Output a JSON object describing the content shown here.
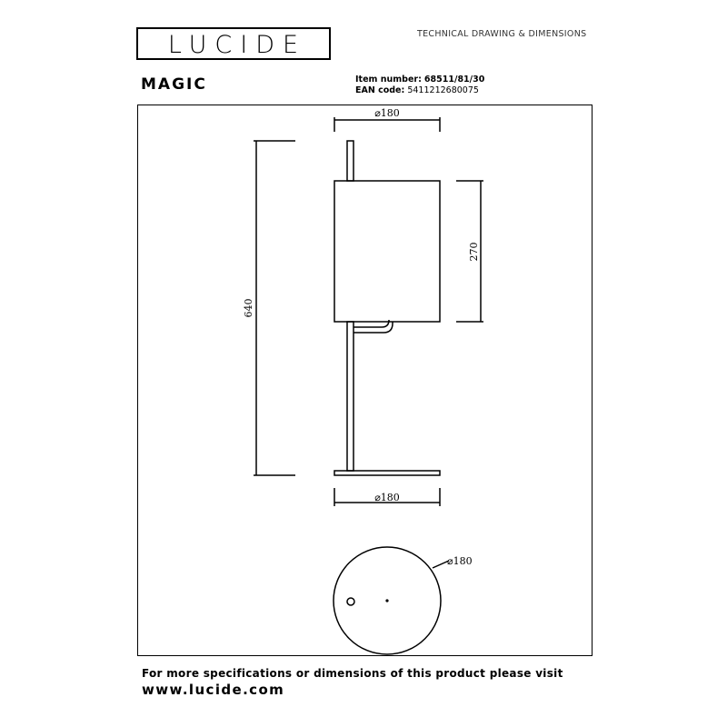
{
  "brand": {
    "logo_text": "LUCIDE"
  },
  "header": {
    "subtitle": "TECHNICAL DRAWING & DIMENSIONS"
  },
  "product": {
    "name": "MAGIC",
    "item_label": "Item number:",
    "item_number": "68511/81/30",
    "ean_label": "EAN code:",
    "ean_code": "5411212680075"
  },
  "dimensions": {
    "shade_diameter": "⌀180",
    "base_diameter": "⌀180",
    "shade_height": "270",
    "total_height": "640",
    "top_view_diameter": "⌀180"
  },
  "footer": {
    "info": "For more specifications or dimensions of this product please visit",
    "url": "www.lucide.com"
  }
}
